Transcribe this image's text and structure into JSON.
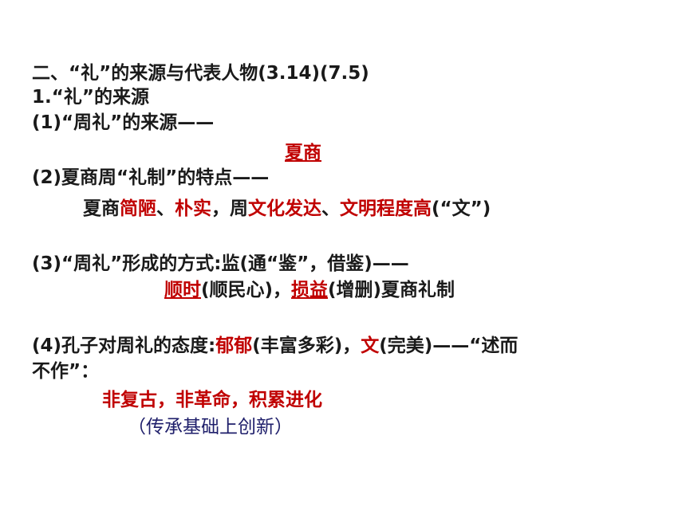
{
  "colors": {
    "text": "#1a1a1a",
    "emphasis": "#c00000",
    "note": "#1f1f6b"
  },
  "heading": "二、“礼”的来源与代表人物(3.14)(7.5)",
  "sub1": "1.“礼”的来源",
  "p1": {
    "label": "(1)“周礼”的来源——",
    "answer": "夏商"
  },
  "p2": {
    "label": "(2)夏商周“礼制”的特点——",
    "seg": [
      "夏商",
      "简陋",
      "、",
      "朴实",
      "，周",
      "文化发达",
      "、",
      "文明程度高",
      "(“文”)"
    ]
  },
  "p3": {
    "label": "(3)“周礼”形成的方式:监(通“鉴”，借鉴)——",
    "seg": [
      "顺时",
      "(顺民心)，",
      "损益",
      "(增删)夏商礼制"
    ]
  },
  "p4": {
    "seg": [
      "(4)孔子对周礼的态度:",
      "郁郁",
      "(丰富多彩)，",
      "文",
      "(完美)——“述而"
    ],
    "cont": "不作”：",
    "conclusion": "非复古，非革命，积累进化",
    "note": "（传承基础上创新）"
  }
}
